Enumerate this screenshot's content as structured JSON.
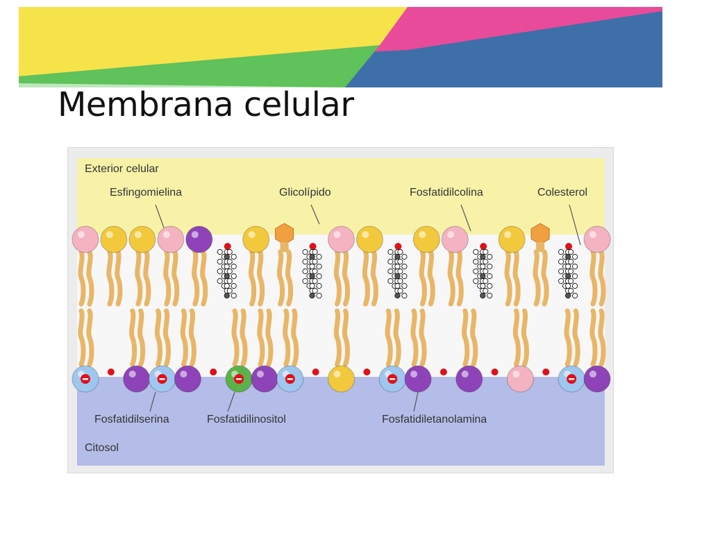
{
  "slide": {
    "title": "Membrana celular",
    "banner_colors": [
      "#f6e34a",
      "#5fc25a",
      "#e84b9a",
      "#3f6fa8"
    ]
  },
  "figure": {
    "region_labels": {
      "exterior": "Exterior celular",
      "cytosol": "Citosol"
    },
    "molecule_labels": {
      "esfingomielina": "Esfingomielina",
      "glicolipido": "Glicolípido",
      "fosfatidilcolina": "Fosfatidilcolina",
      "colesterol": "Colesterol",
      "fosfatidilserina": "Fosfatidilserina",
      "fosfatidilinositol": "Fosfatidilinositol",
      "fosfatidiletanolamina": "Fosfatidiletanolamina"
    },
    "colors": {
      "exterior_bg": "#f7f2a8",
      "cytosol_bg": "#b4bde8",
      "tail": "#e8b666",
      "sphingomyelin_head": "#f2c93c",
      "phosphatidylcholine_head": "#f3b3c0",
      "phosphatidylethanolamine_head": "#8e44b8",
      "phosphatidylserine_head": "#9ec6ee",
      "phosphatidylinositol_head": "#5bb24a",
      "glycolipid_head": "#f0a040",
      "cholesterol_head": "#e0101a"
    },
    "outer_leaflet_heads": [
      "choline",
      "sphingomyelin",
      "sphingomyelin",
      "choline",
      "ethanolamine",
      "cholesterol",
      "sphingomyelin",
      "glycolipid",
      "cholesterol",
      "choline",
      "sphingomyelin",
      "cholesterol",
      "sphingomyelin",
      "choline",
      "cholesterol",
      "sphingomyelin",
      "glycolipid",
      "cholesterol",
      "choline"
    ],
    "inner_leaflet_heads": [
      "serine",
      "cholesterol",
      "ethanolamine",
      "serine",
      "ethanolamine",
      "cholesterol",
      "inositol",
      "ethanolamine",
      "serine",
      "cholesterol",
      "sphingomyelin",
      "cholesterol",
      "serine",
      "ethanolamine",
      "cholesterol",
      "ethanolamine",
      "cholesterol",
      "choline",
      "cholesterol",
      "serine",
      "ethanolamine"
    ]
  }
}
